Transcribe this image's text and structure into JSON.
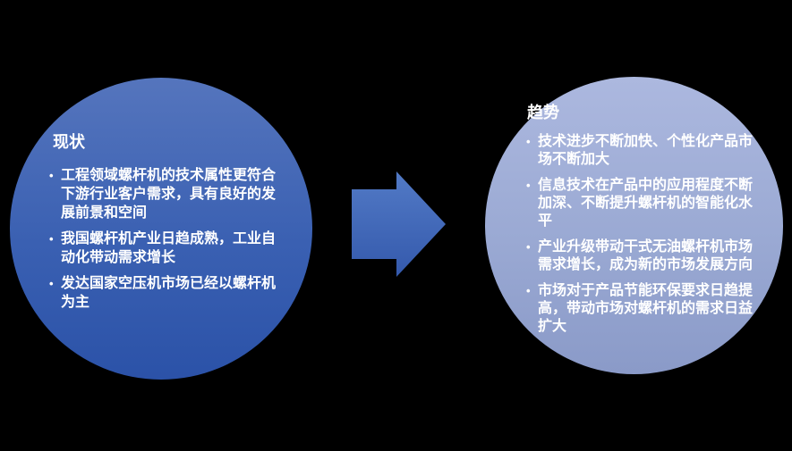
{
  "background_color": "#000000",
  "text_color": "#ffffff",
  "left_circle": {
    "title": "现状",
    "bullets": [
      "工程领域螺杆机的技术属性更符合下游行业客户需求，具有良好的发展前景和空间",
      "我国螺杆机产业日趋成熟，工业自动化带动需求增长",
      "发达国家空压机市场已经以螺杆机为主"
    ],
    "gradient_top": "#5575bd",
    "gradient_bottom": "#2b52a8"
  },
  "right_circle": {
    "title": "趋势",
    "bullets": [
      "技术进步不断加快、个性化产品市场不断加大",
      "信息技术在产品中的应用程度不断加深、不断提升螺杆机的智能化水平",
      "产业升级带动干式无油螺杆机市场需求增长，成为新的市场发展方向",
      "市场对于产品节能环保要求日趋提高，带动市场对螺杆机的需求日益扩大"
    ],
    "gradient_top": "#acb8df",
    "gradient_bottom": "#8a9ac8"
  },
  "arrow": {
    "direction": "right",
    "gradient_top": "#527ac6",
    "gradient_bottom": "#3459ac"
  }
}
